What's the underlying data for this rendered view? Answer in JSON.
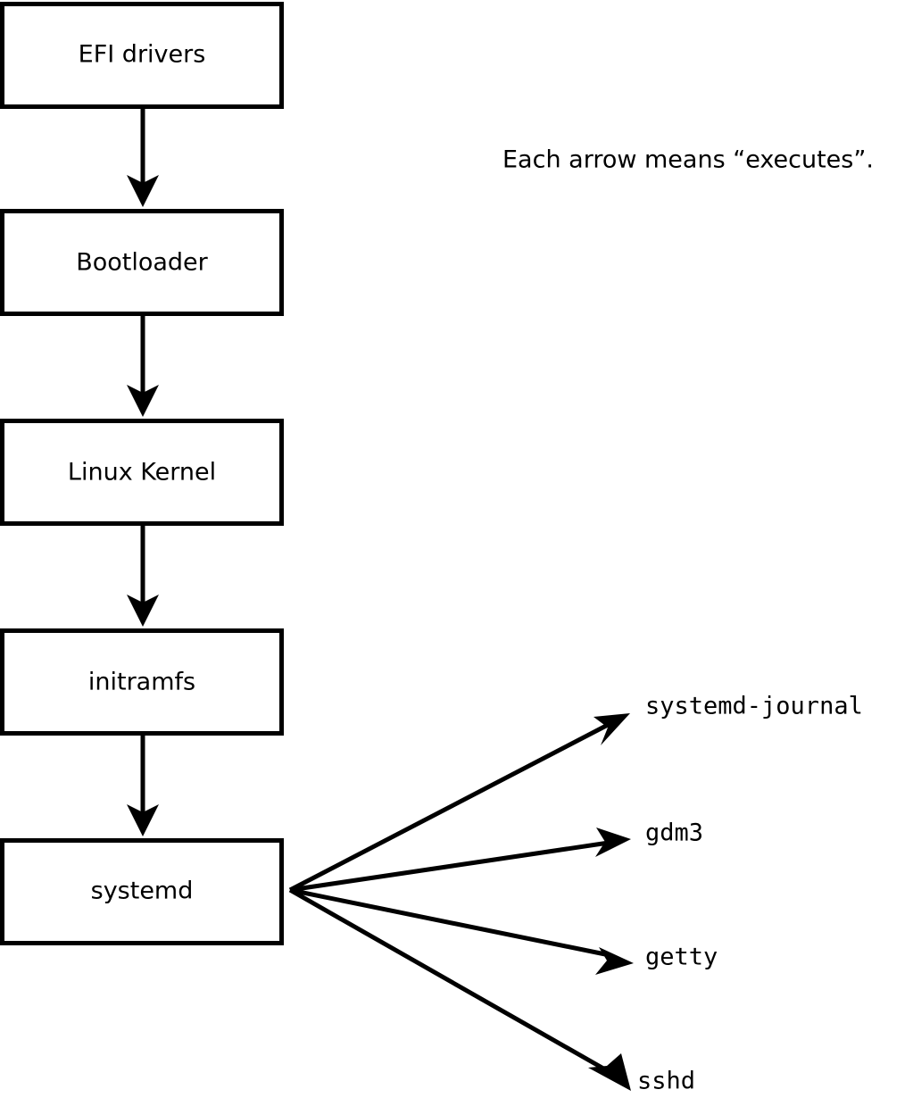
{
  "diagram": {
    "title_annotation": "Each arrow means “executes”.",
    "stroke_color": "#000000",
    "fill_color": "#ffffff",
    "background_color": "#ffffff",
    "chain": [
      {
        "id": "efi-drivers",
        "label": "EFI drivers"
      },
      {
        "id": "bootloader",
        "label": "Bootloader"
      },
      {
        "id": "linux-kernel",
        "label": "Linux Kernel"
      },
      {
        "id": "initramfs",
        "label": "initramfs"
      },
      {
        "id": "systemd",
        "label": "systemd"
      }
    ],
    "children": [
      {
        "id": "systemd-journal",
        "label": "systemd-journal"
      },
      {
        "id": "gdm3",
        "label": "gdm3"
      },
      {
        "id": "getty",
        "label": "getty"
      },
      {
        "id": "sshd",
        "label": "sshd"
      }
    ],
    "edges": [
      {
        "from": "EFI drivers",
        "to": "Bootloader",
        "meaning": "executes"
      },
      {
        "from": "Bootloader",
        "to": "Linux Kernel",
        "meaning": "executes"
      },
      {
        "from": "Linux Kernel",
        "to": "initramfs",
        "meaning": "executes"
      },
      {
        "from": "initramfs",
        "to": "systemd",
        "meaning": "executes"
      },
      {
        "from": "systemd",
        "to": "systemd-journal",
        "meaning": "executes"
      },
      {
        "from": "systemd",
        "to": "gdm3",
        "meaning": "executes"
      },
      {
        "from": "systemd",
        "to": "getty",
        "meaning": "executes"
      },
      {
        "from": "systemd",
        "to": "sshd",
        "meaning": "executes"
      }
    ]
  }
}
